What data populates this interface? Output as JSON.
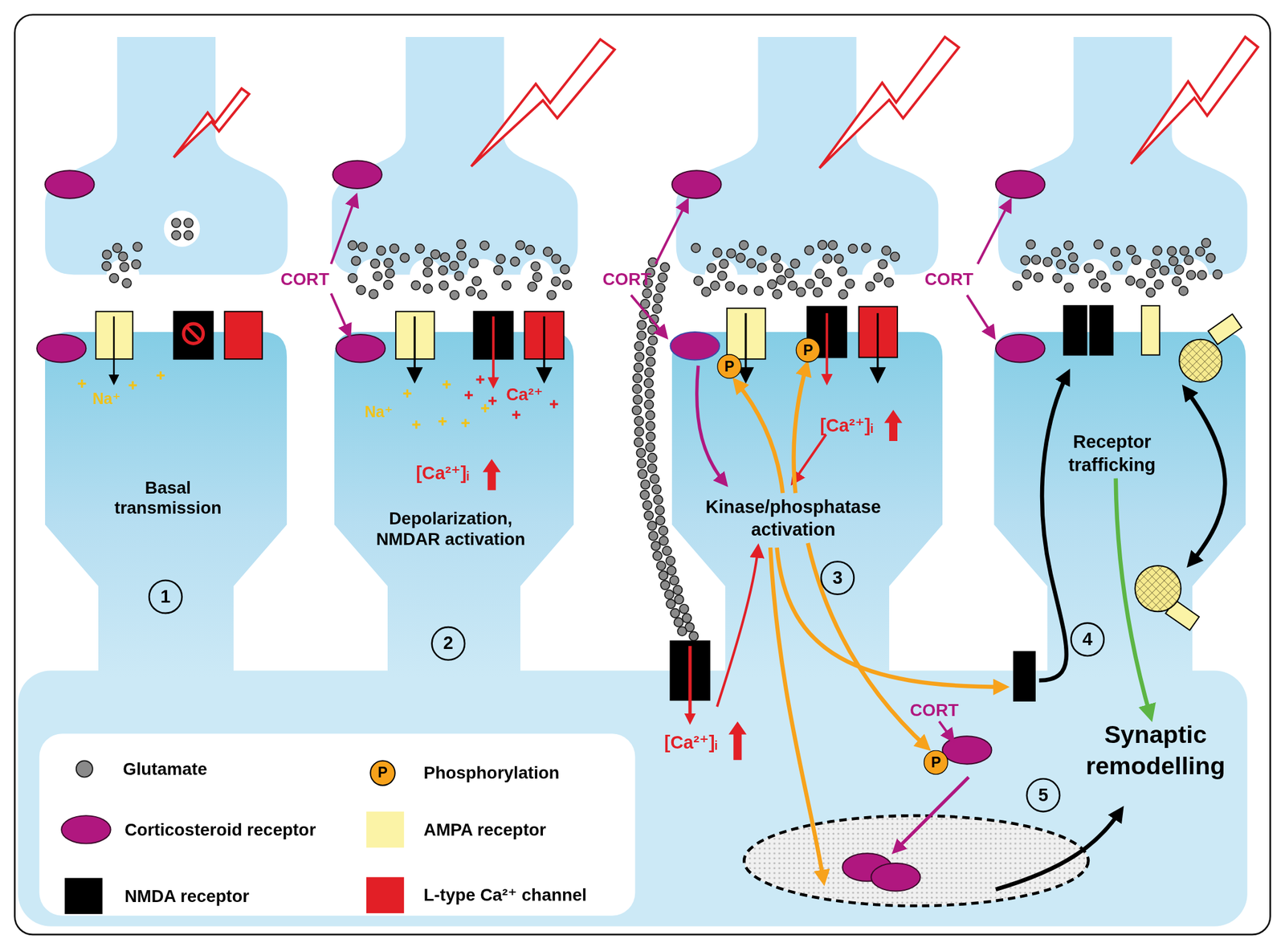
{
  "diagram": {
    "nodes": [
      {
        "text": [
          "Kinase/phosphatase activation"
        ]
      },
      {
        "text": [
          "P"
        ]
      },
      {
        "text": [
          "P"
        ]
      },
      {
        "text": [
          "P"
        ]
      },
      {
        "text": [
          "Receptor trafficking"
        ]
      },
      {
        "text": [
          "Synaptic remodelling"
        ]
      }
    ],
    "edges": [
      {
        "from": 0,
        "to": 1,
        "arrow": "to"
      },
      {
        "from": 0,
        "to": 2,
        "arrow": "to"
      },
      {
        "from": 0,
        "to": 3,
        "arrow": "to"
      },
      {
        "from": 4,
        "to": 5,
        "arrow": "to"
      }
    ],
    "labels": [
      "CORT",
      "CORT",
      "CORT",
      "Na⁺",
      "Na⁺",
      "Ca²⁺",
      "[Ca²⁺]ᵢ",
      "[Ca²⁺]ᵢ",
      "Basal transmission",
      "Depolarization, NMDAR activation",
      "3",
      "1",
      "4",
      "2",
      "CORT",
      "[Ca²⁺]ᵢ",
      "5",
      "P"
    ],
    "legend": [
      {
        "text": "Glutamate",
        "color": "#8a8a8a"
      },
      {
        "text": "Phosphorylation"
      },
      {
        "text": "Corticosteroid receptor",
        "color": "#b0177f"
      },
      {
        "text": "AMPA receptor",
        "color": "#fbf3a6"
      },
      {
        "text": "NMDA receptor",
        "color": "#000000"
      },
      {
        "text": "L-type Ca²⁺ channel",
        "color": "#e21f26"
      }
    ]
  }
}
